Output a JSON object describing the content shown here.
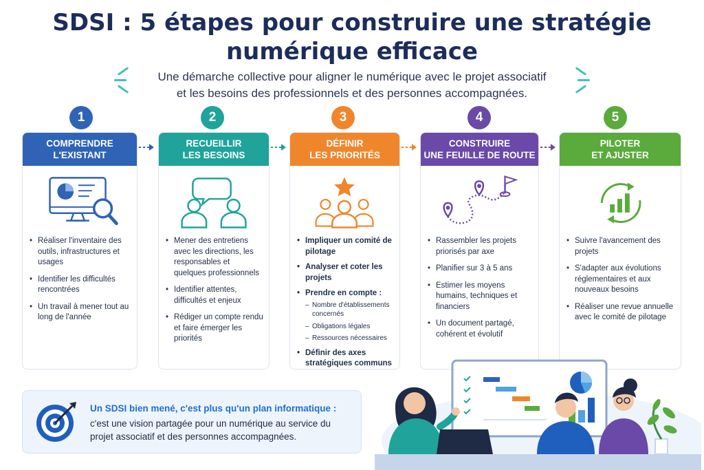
{
  "header": {
    "title_line1": "SDSI : 5 étapes pour construire une stratégie",
    "title_line2": "numérique efficace",
    "subtitle_line1": "Une démarche collective pour aligner le numérique avec le projet associatif",
    "subtitle_line2": "et les besoins des professionnels et des personnes accompagnées."
  },
  "colors": {
    "step1": "#2f63b6",
    "step2": "#1fa39a",
    "step3": "#f0862b",
    "step4": "#6a49a8",
    "step5": "#5aaa3c",
    "accent_blue": "#1e6fd0"
  },
  "steps": [
    {
      "number": "1",
      "title_line1": "COMPRENDRE",
      "title_line2": "L'EXISTANT",
      "icon": "monitor-search-icon",
      "items": [
        "Réaliser l'inventaire des outils, infrastructures et usages",
        "Identifier les difficultés rencontrées",
        "Un travail à mener tout au long de l'année"
      ]
    },
    {
      "number": "2",
      "title_line1": "RECUEILLIR",
      "title_line2": "LES BESOINS",
      "icon": "people-speech-icon",
      "items": [
        "Mener des entretiens avec les directions, les responsables et quelques professionnels",
        "Identifier attentes, difficultés et enjeux",
        "Rédiger un compte rendu et faire émerger les priorités"
      ]
    },
    {
      "number": "3",
      "title_line1": "DÉFINIR",
      "title_line2": "LES PRIORITÉS",
      "icon": "team-star-icon",
      "items": [
        "Impliquer un comité de pilotage",
        "Analyser et coter les projets",
        "Prendre en compte :",
        "Définir des axes stratégiques communs"
      ],
      "subitems": [
        "Nombre d'établissements concernés",
        "Obligations légales",
        "Ressources nécessaires"
      ]
    },
    {
      "number": "4",
      "title_line1": "CONSTRUIRE",
      "title_line2": "UNE FEUILLE DE ROUTE",
      "icon": "roadmap-icon",
      "items": [
        "Rassembler les projets priorisés par axe",
        "Planifier sur 3 à 5 ans",
        "Estimer les moyens humains, techniques et financiers",
        "Un document partagé, cohérent et évolutif"
      ]
    },
    {
      "number": "5",
      "title_line1": "PILOTER",
      "title_line2": "ET AJUSTER",
      "icon": "cycle-chart-icon",
      "items": [
        "Suivre l'avancement des projets",
        "S'adapter aux évolutions réglementaires et aux nouveaux besoins",
        "Réaliser une revue annuelle avec le comité de pilotage"
      ]
    }
  ],
  "note": {
    "icon": "target-arrow-icon",
    "highlight": "Un SDSI bien mené, c'est plus qu'un plan informatique :",
    "text": "c'est une vision partagée pour un numérique au service du projet associatif et des personnes accompagnées."
  }
}
